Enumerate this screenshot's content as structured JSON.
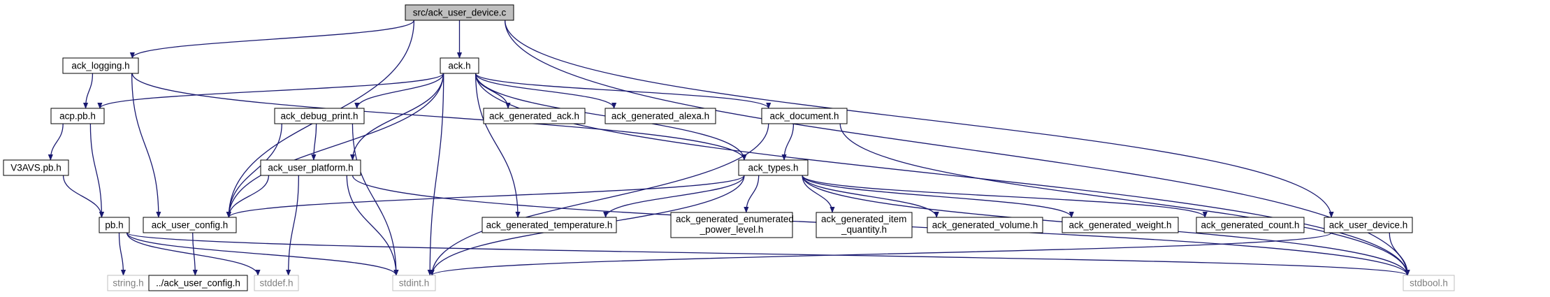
{
  "colors": {
    "edge": "#191970",
    "root_fill": "#bfbfbf",
    "system_border": "#bfbfbf",
    "system_text": "#7f7f7f"
  },
  "nodes": {
    "src_ack_user_device_c": {
      "label": "src/ack_user_device.c",
      "kind": "root"
    },
    "ack_logging_h": {
      "label": "ack_logging.h",
      "kind": "header"
    },
    "ack_h": {
      "label": "ack.h",
      "kind": "header"
    },
    "acp_pb_h": {
      "label": "acp.pb.h",
      "kind": "header"
    },
    "v3avs_pb_h": {
      "label": "V3AVS.pb.h",
      "kind": "header"
    },
    "pb_h": {
      "label": "pb.h",
      "kind": "header"
    },
    "ack_debug_print_h": {
      "label": "ack_debug_print.h",
      "kind": "header"
    },
    "ack_user_platform_h": {
      "label": "ack_user_platform.h",
      "kind": "header"
    },
    "ack_user_config_h": {
      "label": "ack_user_config.h",
      "kind": "header"
    },
    "ack_generated_ack_h": {
      "label": "ack_generated_ack.h",
      "kind": "header"
    },
    "ack_generated_alexa_h": {
      "label": "ack_generated_alexa.h",
      "kind": "header"
    },
    "ack_document_h": {
      "label": "ack_document.h",
      "kind": "header"
    },
    "ack_types_h": {
      "label": "ack_types.h",
      "kind": "header"
    },
    "ack_generated_temperature_h": {
      "label": "ack_generated_temperature.h",
      "kind": "header"
    },
    "ack_generated_enumerated_power_level_h": {
      "label": "ack_generated_enumerated\n_power_level.h",
      "kind": "header"
    },
    "ack_generated_item_quantity_h": {
      "label": "ack_generated_item\n_quantity.h",
      "kind": "header"
    },
    "ack_generated_volume_h": {
      "label": "ack_generated_volume.h",
      "kind": "header"
    },
    "ack_generated_weight_h": {
      "label": "ack_generated_weight.h",
      "kind": "header"
    },
    "ack_generated_count_h": {
      "label": "ack_generated_count.h",
      "kind": "header"
    },
    "ack_user_device_h": {
      "label": "ack_user_device.h",
      "kind": "header"
    },
    "string_h": {
      "label": "string.h",
      "kind": "system"
    },
    "parent_ack_user_config_h": {
      "label": "../ack_user_config.h",
      "kind": "header"
    },
    "stddef_h": {
      "label": "stddef.h",
      "kind": "system"
    },
    "stdint_h": {
      "label": "stdint.h",
      "kind": "system"
    },
    "stdbool_h": {
      "label": "stdbool.h",
      "kind": "system"
    }
  },
  "edges": [
    [
      "src_ack_user_device_c",
      "ack_logging_h"
    ],
    [
      "src_ack_user_device_c",
      "ack_user_config_h"
    ],
    [
      "src_ack_user_device_c",
      "ack_h"
    ],
    [
      "src_ack_user_device_c",
      "ack_user_device_h"
    ],
    [
      "src_ack_user_device_c",
      "stdbool_h"
    ],
    [
      "ack_logging_h",
      "acp_pb_h"
    ],
    [
      "ack_logging_h",
      "ack_user_config_h"
    ],
    [
      "ack_logging_h",
      "ack_types_h"
    ],
    [
      "ack_h",
      "acp_pb_h"
    ],
    [
      "ack_h",
      "ack_user_config_h"
    ],
    [
      "ack_h",
      "ack_debug_print_h"
    ],
    [
      "ack_h",
      "ack_user_platform_h"
    ],
    [
      "ack_h",
      "ack_generated_ack_h"
    ],
    [
      "ack_h",
      "ack_generated_alexa_h"
    ],
    [
      "ack_h",
      "ack_document_h"
    ],
    [
      "ack_h",
      "ack_types_h"
    ],
    [
      "ack_h",
      "ack_generated_temperature_h"
    ],
    [
      "ack_h",
      "stdint_h"
    ],
    [
      "ack_h",
      "stdbool_h"
    ],
    [
      "acp_pb_h",
      "v3avs_pb_h"
    ],
    [
      "acp_pb_h",
      "pb_h"
    ],
    [
      "v3avs_pb_h",
      "pb_h"
    ],
    [
      "pb_h",
      "string_h"
    ],
    [
      "pb_h",
      "stddef_h"
    ],
    [
      "pb_h",
      "stdint_h"
    ],
    [
      "pb_h",
      "stdbool_h"
    ],
    [
      "ack_debug_print_h",
      "ack_user_platform_h"
    ],
    [
      "ack_debug_print_h",
      "ack_user_config_h"
    ],
    [
      "ack_debug_print_h",
      "stdint_h"
    ],
    [
      "ack_user_platform_h",
      "ack_user_config_h"
    ],
    [
      "ack_user_platform_h",
      "stddef_h"
    ],
    [
      "ack_user_platform_h",
      "stdint_h"
    ],
    [
      "ack_user_platform_h",
      "stdbool_h"
    ],
    [
      "ack_user_config_h",
      "parent_ack_user_config_h"
    ],
    [
      "ack_document_h",
      "ack_types_h"
    ],
    [
      "ack_document_h",
      "stdint_h"
    ],
    [
      "ack_document_h",
      "stdbool_h"
    ],
    [
      "ack_types_h",
      "ack_user_config_h"
    ],
    [
      "ack_types_h",
      "ack_generated_temperature_h"
    ],
    [
      "ack_types_h",
      "ack_generated_enumerated_power_level_h"
    ],
    [
      "ack_types_h",
      "ack_generated_item_quantity_h"
    ],
    [
      "ack_types_h",
      "ack_generated_volume_h"
    ],
    [
      "ack_types_h",
      "ack_generated_weight_h"
    ],
    [
      "ack_types_h",
      "ack_generated_count_h"
    ],
    [
      "ack_types_h",
      "stdint_h"
    ],
    [
      "ack_types_h",
      "stdbool_h"
    ],
    [
      "ack_user_device_h",
      "stdint_h"
    ],
    [
      "ack_user_device_h",
      "stdbool_h"
    ]
  ]
}
